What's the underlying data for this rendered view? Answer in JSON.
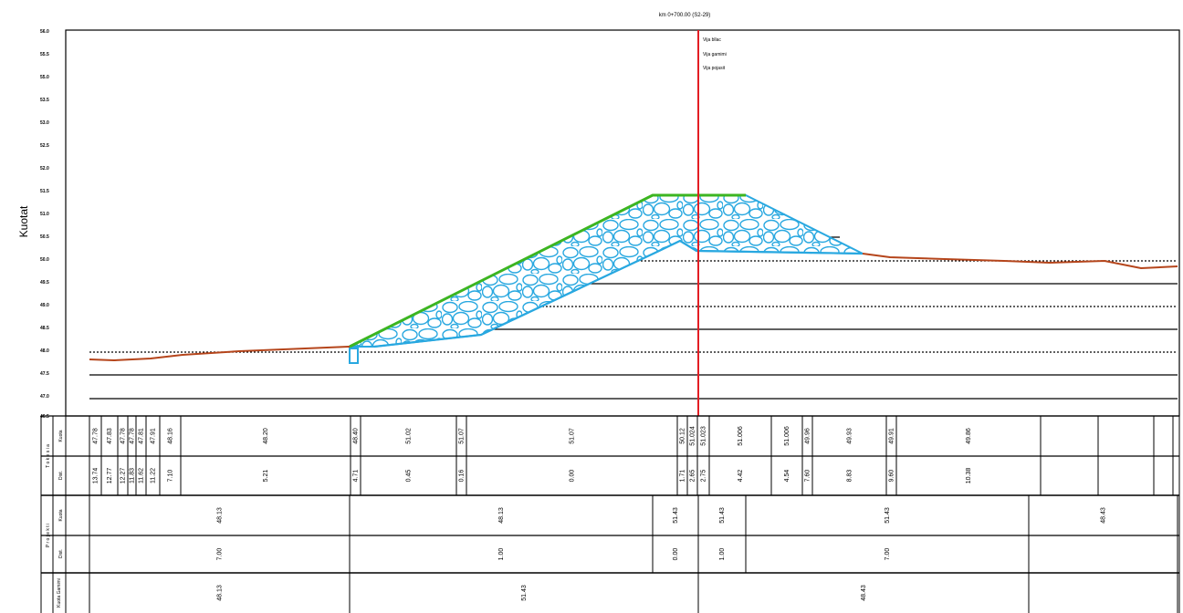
{
  "section_title": "km 0+700.00 (S2-29)",
  "legend": [
    "Vija bllac",
    "Vija gamimi",
    "Vija pojasit"
  ],
  "axis_label": "Kuotat",
  "y_ticks": [
    "56.0",
    "55.5",
    "55.0",
    "53.5",
    "53.0",
    "52.5",
    "52.0",
    "51.5",
    "51.0",
    "50.5",
    "50.0",
    "49.5",
    "49.0",
    "48.5",
    "48.0",
    "47.5",
    "47.0",
    "46.5"
  ],
  "band_labels": {
    "ground_kuota": "Kuota",
    "ground_dist": "Dist.",
    "design_kuota": "Kuota",
    "design_dist": "Dist.",
    "bottom": "Kuota Gamimi",
    "side_top": "T o k e s i a",
    "side_mid": "P r o j e k t i"
  },
  "ground_kuota": [
    "47.78",
    "47.83",
    "47.78",
    "47.78",
    "47.81",
    "47.91",
    "48.16",
    "48.20",
    "48.40",
    "51.02",
    "51.07",
    "51.07",
    "50.12",
    "51.024",
    "51.023",
    "51.006",
    "51.006",
    "49.96",
    "49.93",
    "49.91",
    "49.86"
  ],
  "ground_dist": [
    "13.74",
    "12.77",
    "12.27",
    "11.83",
    "11.62",
    "11.22",
    "7.10",
    "5.21",
    "4.71",
    "0.45",
    "0.16",
    "0.00",
    "1.71",
    "2.65",
    "2.75",
    "4.42",
    "4.54",
    "7.60",
    "8.83",
    "9.60",
    "10.38"
  ],
  "design_kuota": [
    "48.13",
    "48.13",
    "51.43",
    "51.43",
    "51.43",
    "48.43"
  ],
  "design_dist": [
    "7.00",
    "1.00",
    "0.00",
    "1.00",
    "7.00"
  ],
  "bottom_kuota": [
    "48.13",
    "51.43",
    "48.43"
  ],
  "colors": {
    "terrain": "#b5451b",
    "rock": "#29a8e0",
    "crest": "#3cb521",
    "axis": "#e31e24",
    "frame": "#000000"
  }
}
